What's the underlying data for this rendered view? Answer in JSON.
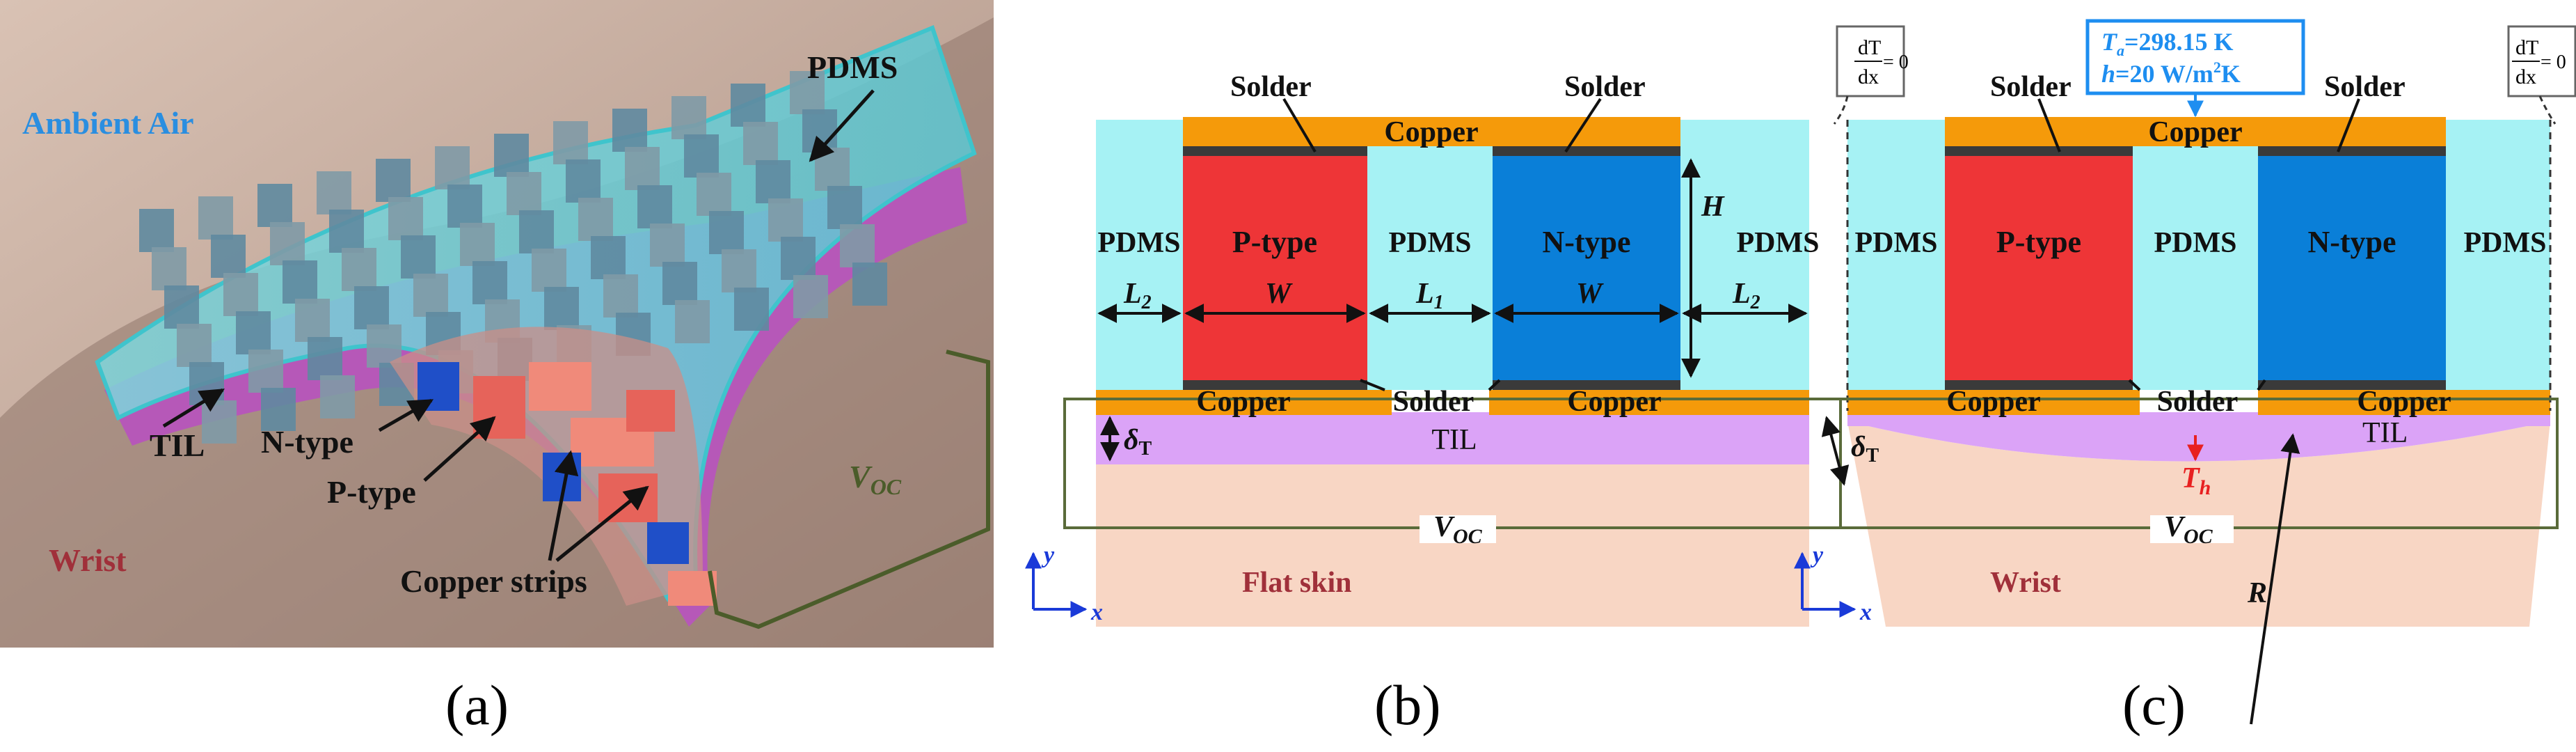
{
  "panel_a": {
    "caption": "(a)",
    "labels": {
      "ambient_air": "Ambient Air",
      "pdms": "PDMS",
      "til": "TIL",
      "n_type": "N-type",
      "p_type": "P-type",
      "wrist": "Wrist",
      "copper_strips": "Copper strips",
      "voc": "V",
      "voc_sub": "OC"
    },
    "colors": {
      "background": "#c9b0a2",
      "pdms": "#5fd4d8",
      "til": "#b658b8",
      "p_leg": "#e86b62",
      "n_leg": "#2f5fd0"
    }
  },
  "panel_b": {
    "caption": "(b)",
    "labels": {
      "solder_left": "Solder",
      "solder_right": "Solder",
      "copper_top": "Copper",
      "pdms_left": "PDMS",
      "p_type": "P-type",
      "pdms_mid": "PDMS",
      "n_type": "N-type",
      "pdms_right": "PDMS",
      "copper_bl": "Copper",
      "solder_mid": "Solder",
      "copper_br": "Copper",
      "til": "TIL",
      "flat_skin": "Flat skin",
      "dim_H": "H",
      "dim_W": "W",
      "dim_L": "L",
      "sub1": "1",
      "sub2": "2",
      "delta": "δ",
      "delta_sub": "T",
      "voc": "V",
      "voc_sub": "OC",
      "axis_y": "y",
      "axis_x": "x"
    }
  },
  "panel_c": {
    "caption": "(c)",
    "labels": {
      "solder_left": "Solder",
      "solder_right": "Solder",
      "copper_top": "Copper",
      "pdms_left": "PDMS",
      "p_type": "P-type",
      "pdms_mid": "PDMS",
      "n_type": "N-type",
      "pdms_right": "PDMS",
      "copper_bl": "Copper",
      "solder_mid": "Solder",
      "copper_br": "Copper",
      "til": "TIL",
      "wrist": "Wrist",
      "th": "T",
      "th_sub": "h",
      "radius": "R",
      "delta": "δ",
      "delta_sub": "T",
      "voc": "V",
      "voc_sub": "OC",
      "axis_y": "y",
      "axis_x": "x",
      "bc_num": "dT",
      "bc_den": "dx",
      "bc_eq": "= 0",
      "ta_label": "T",
      "ta_sub": "a",
      "ta_value": "=298.15 K",
      "h_label": "h",
      "h_value": "=20 W/m",
      "h_sup": "2",
      "h_unit": "K"
    }
  },
  "colors": {
    "copper": "#f59a0a",
    "pdms": "#a6f2f4",
    "p_type": "#ee3537",
    "n_type": "#0a7fd8",
    "solder": "#3a3a3a",
    "til": "#dba3f7",
    "skin": "#f8d6c4",
    "box_green": "#5a6b3a",
    "highlight_blue": "#1e8ef0",
    "axis_blue": "#1a3ad8",
    "th_red": "#e82020",
    "skin_text": "#a0303a"
  }
}
